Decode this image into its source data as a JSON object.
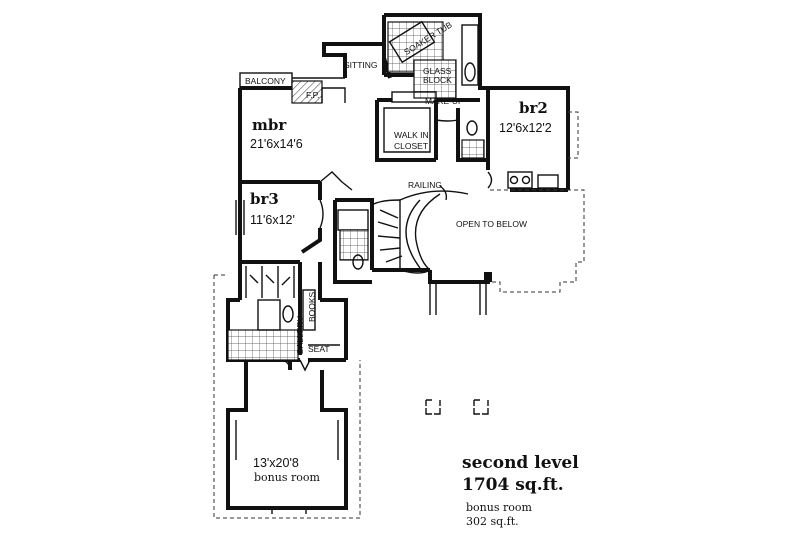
{
  "rooms": {
    "mbr": {
      "name": "mbr",
      "size": "21'6x14'6"
    },
    "br2": {
      "name": "br2",
      "size": "12'6x12'2"
    },
    "br3": {
      "name": "br3",
      "size": "11'6x12'"
    },
    "bonus": {
      "size": "13'x20'8",
      "name": "bonus room"
    }
  },
  "labels": {
    "balcony": "BALCONY",
    "fp": "F.P.",
    "sitting": "SITTING",
    "soaker_tub": "SOAKER TUB",
    "glass_block_1": "GLASS",
    "glass_block_2": "BLOCK",
    "make_up": "MAKE-UP",
    "walk_in_1": "WALK IN",
    "walk_in_2": "CLOSET",
    "railing": "RAILING",
    "open_to_below": "OPEN TO BELOW",
    "books": "BOOKS",
    "gallery": "GALLERY",
    "seat": "SEAT"
  },
  "caption": {
    "level": "second level",
    "area": "1704 sq.ft.",
    "bonus_label": "bonus room",
    "bonus_area": "302 sq.ft."
  }
}
